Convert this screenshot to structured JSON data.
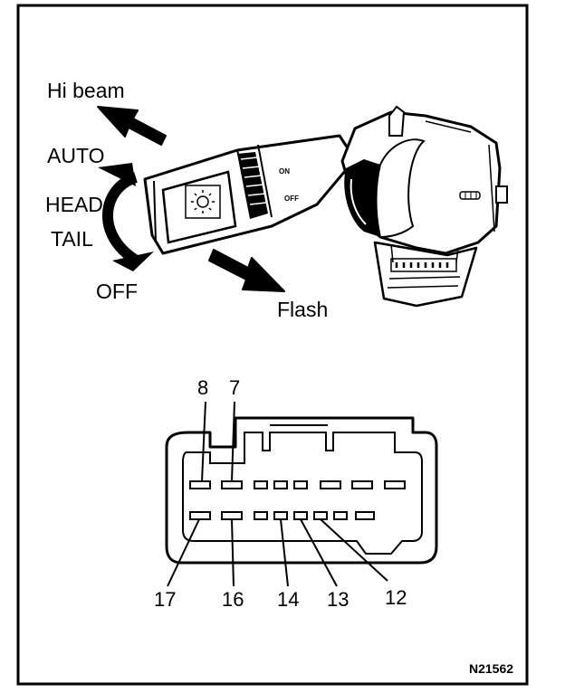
{
  "switch": {
    "hi_beam": "Hi beam",
    "auto": "AUTO",
    "head": "HEAD",
    "tail": "TAIL",
    "off": "OFF",
    "flash": "Flash",
    "lever_marks": {
      "on": "ON",
      "off": "OFF"
    }
  },
  "connector": {
    "top_pins": [
      "8",
      "7"
    ],
    "bottom_pins": [
      "17",
      "16",
      "14",
      "13",
      "12"
    ]
  },
  "figure_code": "N21562"
}
